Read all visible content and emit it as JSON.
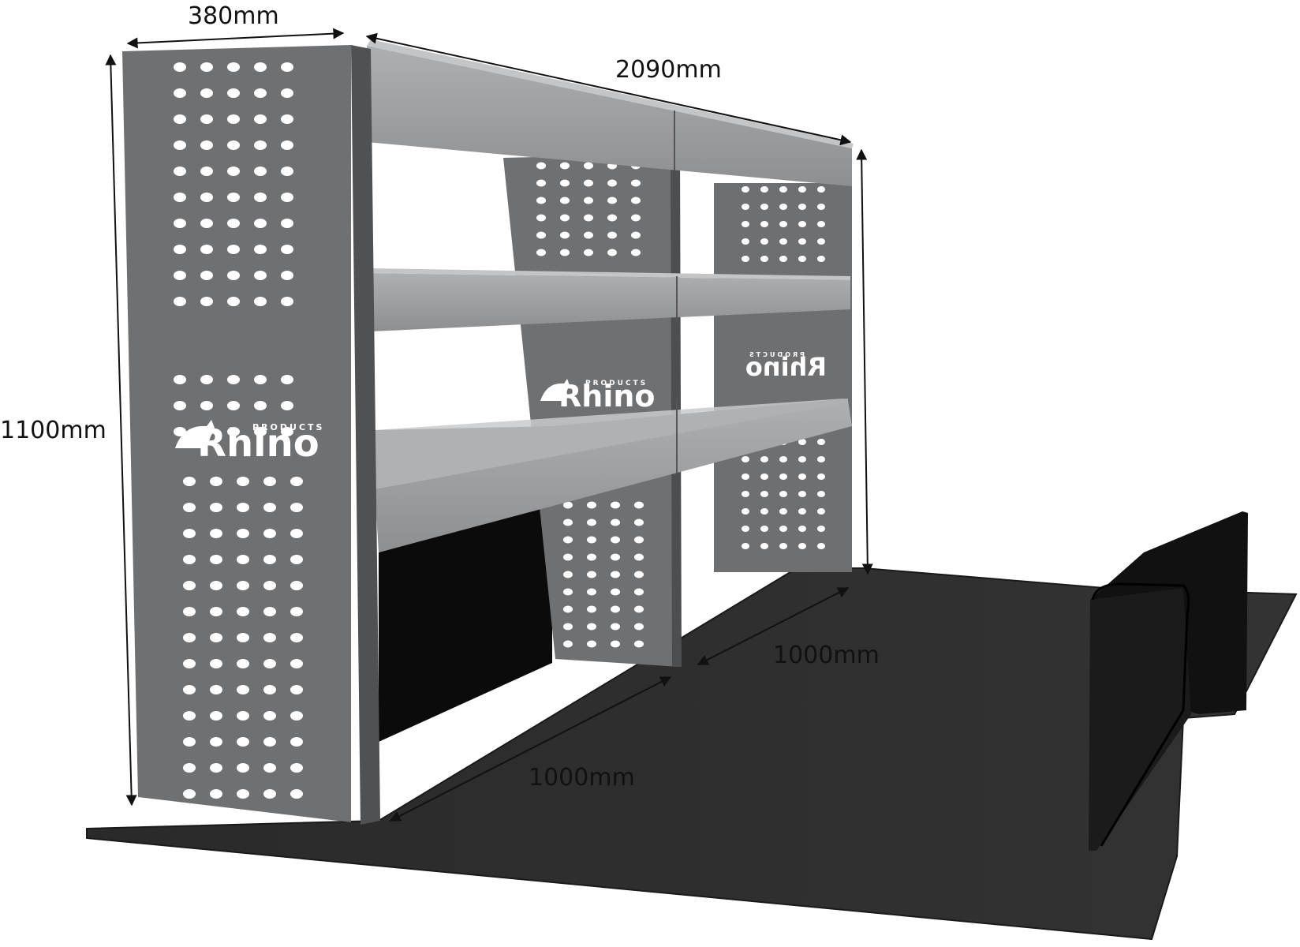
{
  "dimensions": {
    "width": "380mm",
    "length": "2090mm",
    "height": "1100mm",
    "depth_rear": "1000mm",
    "depth_front": "1000mm"
  },
  "logo": {
    "brand": "Rhino",
    "tagline": "PRODUCTS"
  },
  "colors": {
    "panel": "#6f7072",
    "panel_dark": "#5a5b5d",
    "shelf": "#9a9b9d",
    "floor": "#2c2c2c",
    "wheel_arch": "#1a1a1a"
  }
}
